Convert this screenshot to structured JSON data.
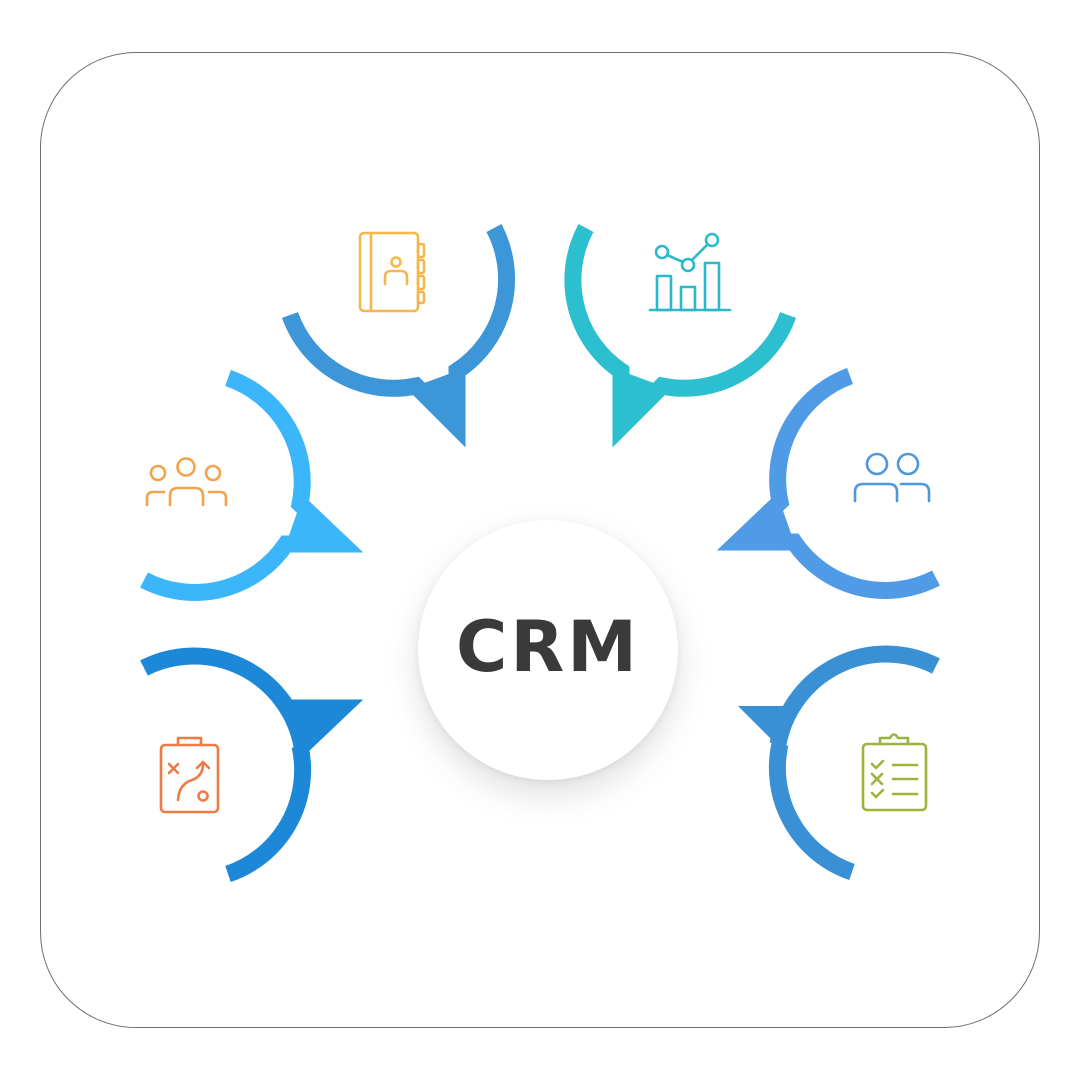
{
  "center": {
    "label": "CRM"
  },
  "nodes": [
    {
      "id": "contacts",
      "icon": "address-book-icon",
      "icon_color": "#f5b74c",
      "ring_color": "#3c96d8"
    },
    {
      "id": "analytics",
      "icon": "bar-chart-analytics-icon",
      "icon_color": "#2bb9c9",
      "ring_color": "#2bbfd0"
    },
    {
      "id": "team",
      "icon": "group-people-icon",
      "icon_color": "#f4a24b",
      "ring_color": "#3cb6fb"
    },
    {
      "id": "customers",
      "icon": "two-users-icon",
      "icon_color": "#4d97e0",
      "ring_color": "#509be6"
    },
    {
      "id": "strategy",
      "icon": "strategy-clipboard-icon",
      "icon_color": "#ee7a45",
      "ring_color": "#1e88d8"
    },
    {
      "id": "tasks",
      "icon": "checklist-clipboard-icon",
      "icon_color": "#9cb43a",
      "ring_color": "#3a90d4"
    }
  ]
}
